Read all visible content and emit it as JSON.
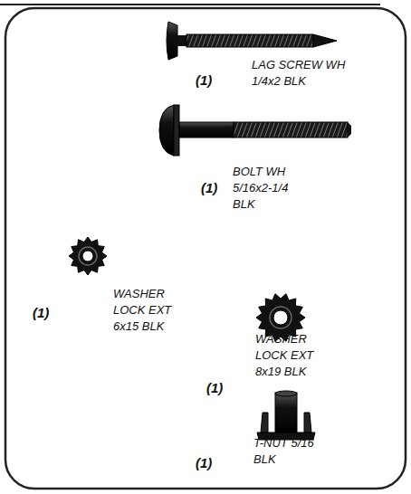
{
  "diagram": {
    "labels": [
      "(1)",
      "LAG SCREW WH 1/4x2 BLK",
      "(1)",
      "BOLT WH 5/16x2-1/4 BLK",
      "(1)",
      "WASHER LOCK EXT 6x15 BLK",
      "(1)",
      "WASHER LOCK EXT 8x19 BLK",
      "(1)",
      "T-NUT 5/16 BLK"
    ]
  }
}
